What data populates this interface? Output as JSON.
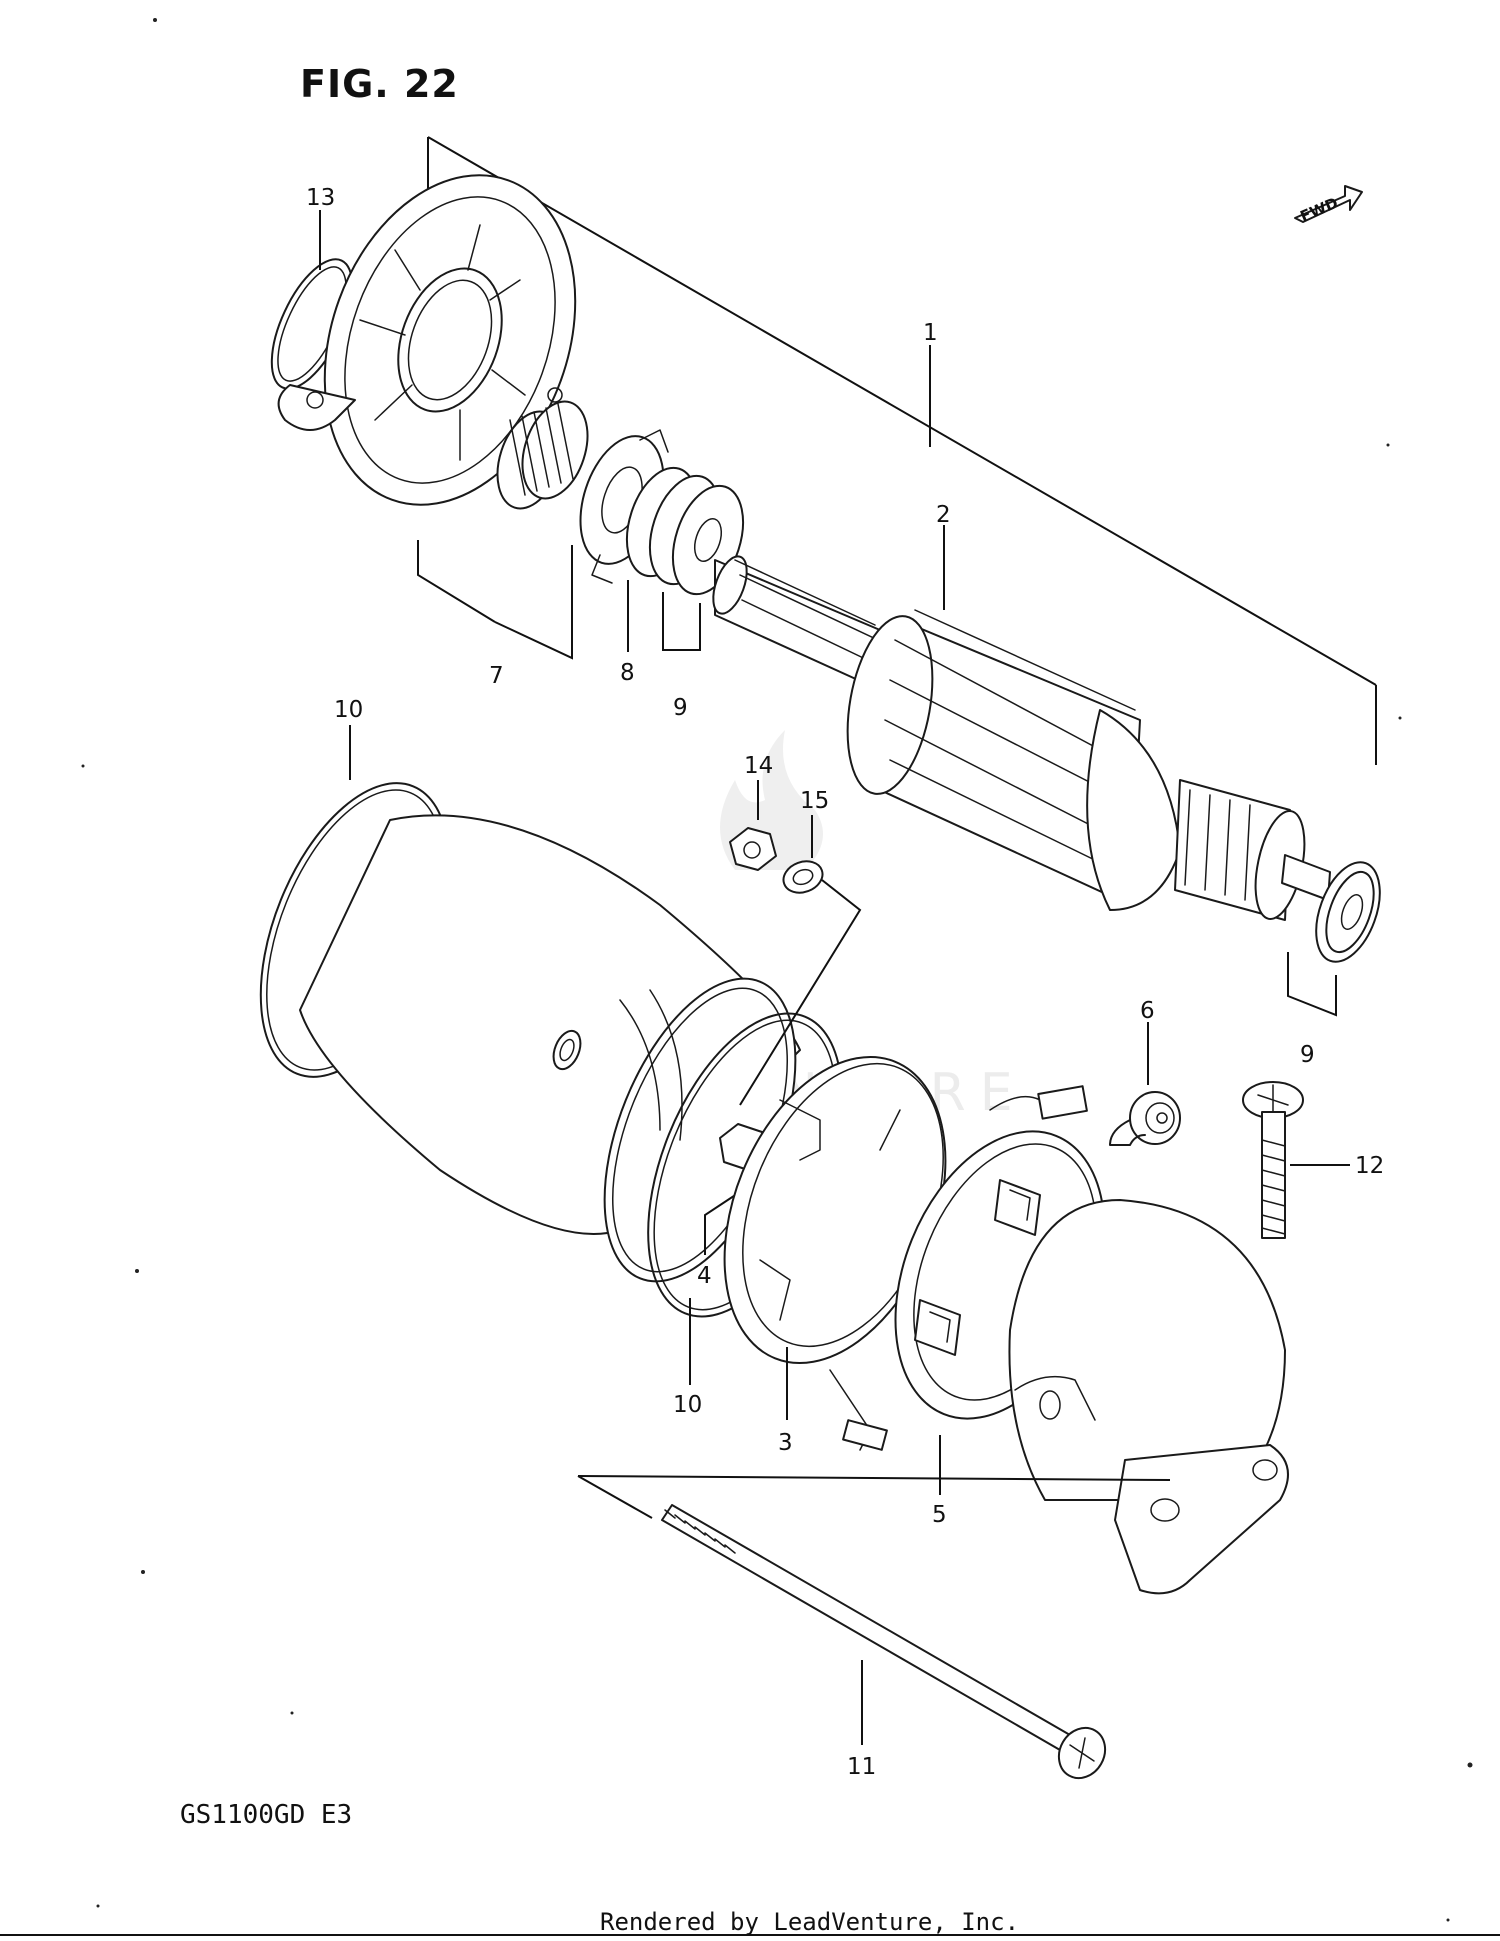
{
  "figure": {
    "title": "FIG. 22",
    "model": "GS1100GD E3",
    "footer": "Rendered by LeadVenture, Inc.",
    "direction_label": "FWD",
    "watermark": "LEADVENTURE"
  },
  "callouts": {
    "c1": "1",
    "c2": "2",
    "c3": "3",
    "c4": "4",
    "c5": "5",
    "c6": "6",
    "c7": "7",
    "c8": "8",
    "c9a": "9",
    "c9b": "9",
    "c10a": "10",
    "c10b": "10",
    "c11": "11",
    "c12": "12",
    "c13": "13",
    "c14": "14",
    "c15": "15"
  }
}
